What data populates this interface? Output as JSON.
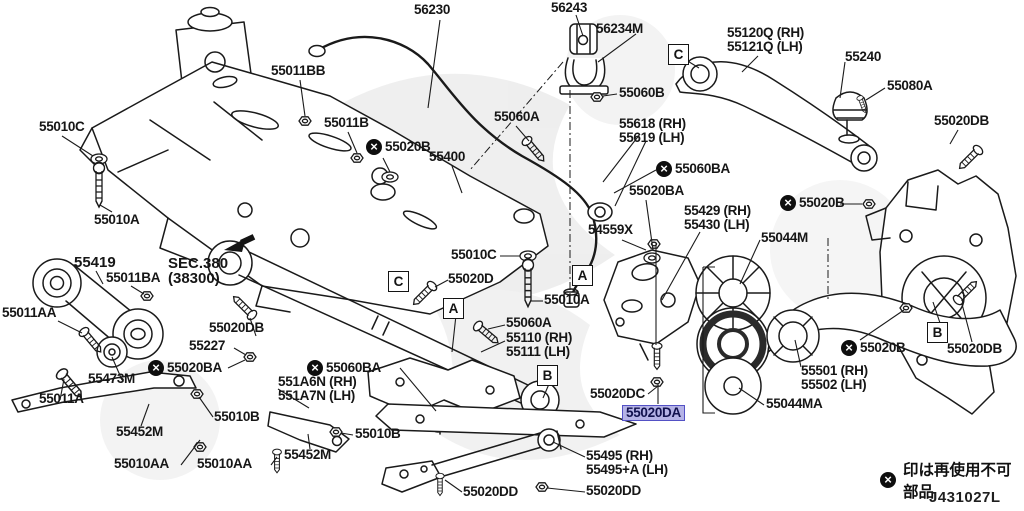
{
  "diagram": {
    "code": "J431027L",
    "section": "rear-suspension-exploded-view"
  },
  "legend": {
    "text": "印は再使用不可部品",
    "marker": "non-reusable-x-mark"
  },
  "colors": {
    "hl-bg": "#b5b3e6",
    "hl-border": "#5351c5",
    "hl-text": "#12124e",
    "ink": "#1a1a1a"
  },
  "callouts": [
    {
      "letter": "C"
    },
    {
      "letter": "C"
    },
    {
      "letter": "A"
    },
    {
      "letter": "A"
    },
    {
      "letter": "B"
    },
    {
      "letter": "B"
    }
  ],
  "labels": [
    {
      "text": "56230"
    },
    {
      "text": "56243"
    },
    {
      "text": "56234M"
    },
    {
      "text": "55011BB"
    },
    {
      "text": "55010C"
    },
    {
      "text": "55011B"
    },
    {
      "text": "55020B"
    },
    {
      "text": "55400"
    },
    {
      "text": "55060A"
    },
    {
      "text": "55060B"
    },
    {
      "text": "55618 (RH)"
    },
    {
      "text": "55619 (LH)"
    },
    {
      "text": "55120Q (RH)"
    },
    {
      "text": "55121Q (LH)"
    },
    {
      "text": "55240"
    },
    {
      "text": "55080A"
    },
    {
      "text": "55020DB"
    },
    {
      "text": "55060BA"
    },
    {
      "text": "55020BA"
    },
    {
      "text": "55020B"
    },
    {
      "text": "54559X"
    },
    {
      "text": "55429 (RH)"
    },
    {
      "text": "55430 (LH)"
    },
    {
      "text": "55044M"
    },
    {
      "text": "55010A"
    },
    {
      "text": "55419"
    },
    {
      "text": "SEC.380"
    },
    {
      "text": "(38300)"
    },
    {
      "text": "55011BA"
    },
    {
      "text": "55011AA"
    },
    {
      "text": "55020DB"
    },
    {
      "text": "55227"
    },
    {
      "text": "55020BA"
    },
    {
      "text": "55473M"
    },
    {
      "text": "55011A"
    },
    {
      "text": "55010C"
    },
    {
      "text": "55020D"
    },
    {
      "text": "55010A"
    },
    {
      "text": "55060A"
    },
    {
      "text": "55110 (RH)"
    },
    {
      "text": "55111 (LH)"
    },
    {
      "text": "55060BA"
    },
    {
      "text": "551A6N (RH)"
    },
    {
      "text": "551A7N (LH)"
    },
    {
      "text": "55452M"
    },
    {
      "text": "55010B"
    },
    {
      "text": "55010AA"
    },
    {
      "text": "55010AA"
    },
    {
      "text": "55452M"
    },
    {
      "text": "55010B"
    },
    {
      "text": "55020DD"
    },
    {
      "text": "55495 (RH)"
    },
    {
      "text": "55495+A (LH)"
    },
    {
      "text": "55020DD"
    },
    {
      "text": "55020DC"
    },
    {
      "text": "55020DA"
    },
    {
      "text": "55044MA"
    },
    {
      "text": "55501 (RH)"
    },
    {
      "text": "55502 (LH)"
    },
    {
      "text": "55020B"
    },
    {
      "text": "55020DB"
    }
  ]
}
